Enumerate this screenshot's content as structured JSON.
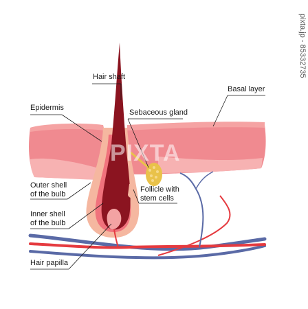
{
  "labels": {
    "hair_shaft": "Hair shaft",
    "epidermis": "Epidermis",
    "basal_layer": "Basal layer",
    "sebaceous_gland": "Sebaceous gland",
    "outer_shell_1": "Outer shell",
    "outer_shell_2": "of the bulb",
    "inner_shell_1": "Inner shell",
    "inner_shell_2": "of the bulb",
    "follicle_1": "Follicle with",
    "follicle_2": "stem cells",
    "hair_papilla": "Hair papilla"
  },
  "watermark": {
    "text": "PIXTA",
    "side_text": "pixta.jp - 85332735"
  },
  "colors": {
    "skin": "#f08a90",
    "skin_light": "#f7b2b2",
    "skin_top": "#f5a3a3",
    "hair": "#8b1420",
    "outer_shell": "#f5b7a0",
    "inner_shell": "#f0727c",
    "gland": "#e9c24a",
    "artery": "#e53a3f",
    "vein": "#5a6aa6"
  }
}
